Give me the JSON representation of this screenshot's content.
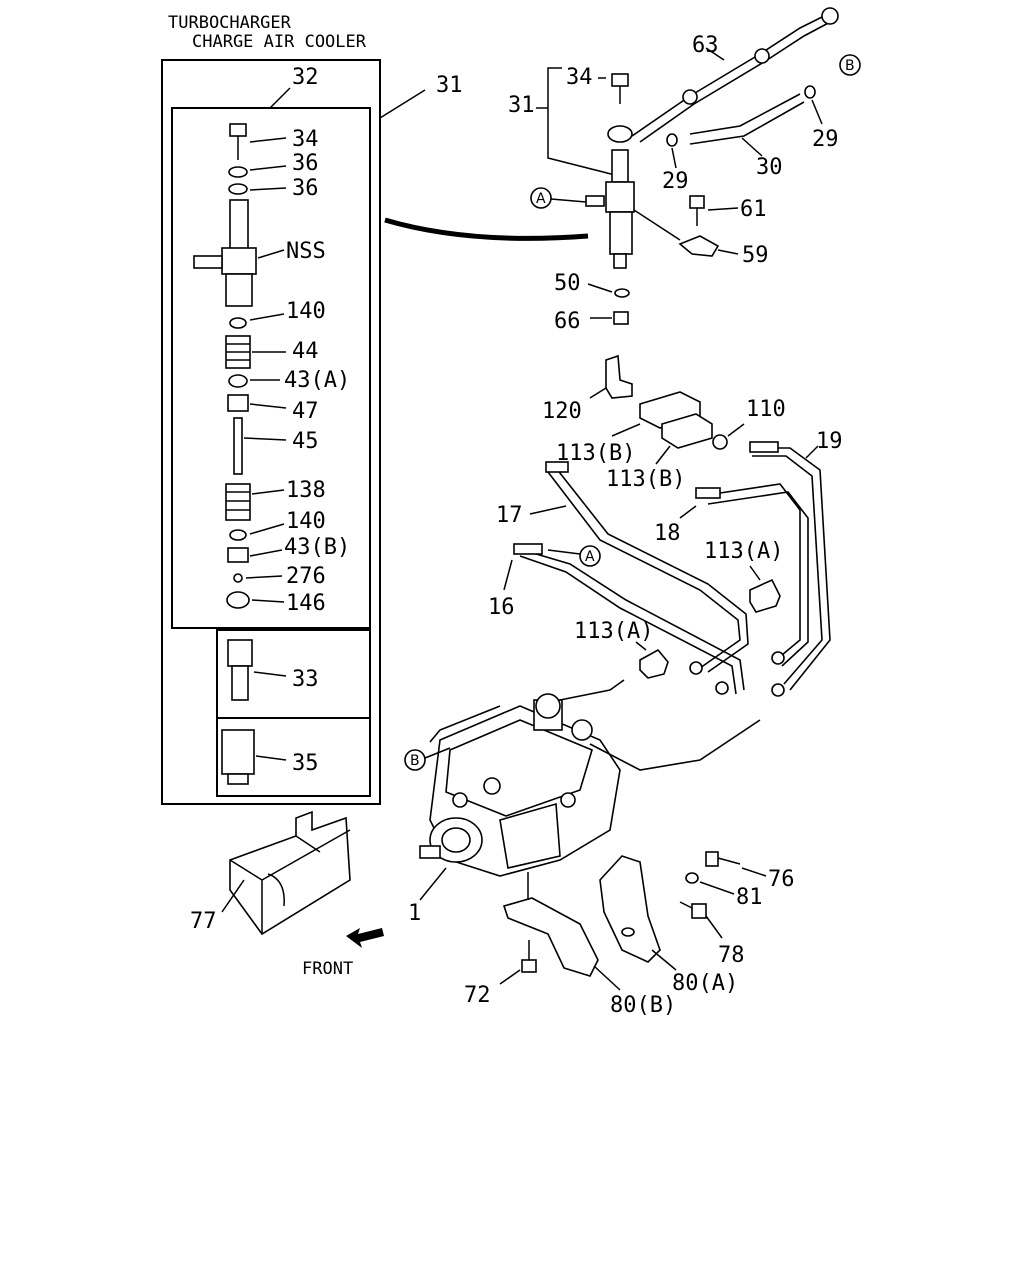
{
  "header": {
    "line1": "TURBOCHARGER",
    "line2": "CHARGE AIR COOLER"
  },
  "labels": {
    "p1": "1",
    "p16": "16",
    "p17": "17",
    "p18": "18",
    "p19": "19",
    "p29a": "29",
    "p29b": "29",
    "p30": "30",
    "p31_box": "31",
    "p31_top": "31",
    "p32": "32",
    "p33": "33",
    "p34_box": "34",
    "p34_top": "34",
    "p35": "35",
    "p36a": "36",
    "p36b": "36",
    "nss": "NSS",
    "p140a": "140",
    "p44": "44",
    "p43a": "43(A)",
    "p47": "47",
    "p45": "45",
    "p138": "138",
    "p140b": "140",
    "p43b": "43(B)",
    "p276": "276",
    "p146": "146",
    "p50": "50",
    "p59": "59",
    "p61": "61",
    "p63": "63",
    "p66": "66",
    "p72": "72",
    "p76": "76",
    "p77": "77",
    "p78": "78",
    "p80a": "80(A)",
    "p80b": "80(B)",
    "p81": "81",
    "p110": "110",
    "p113a_1": "113(A)",
    "p113a_2": "113(A)",
    "p113b_1": "113(B)",
    "p113b_2": "113(B)",
    "p120": "120",
    "front": "FRONT"
  },
  "callouts": {
    "a": "A",
    "b": "B"
  }
}
